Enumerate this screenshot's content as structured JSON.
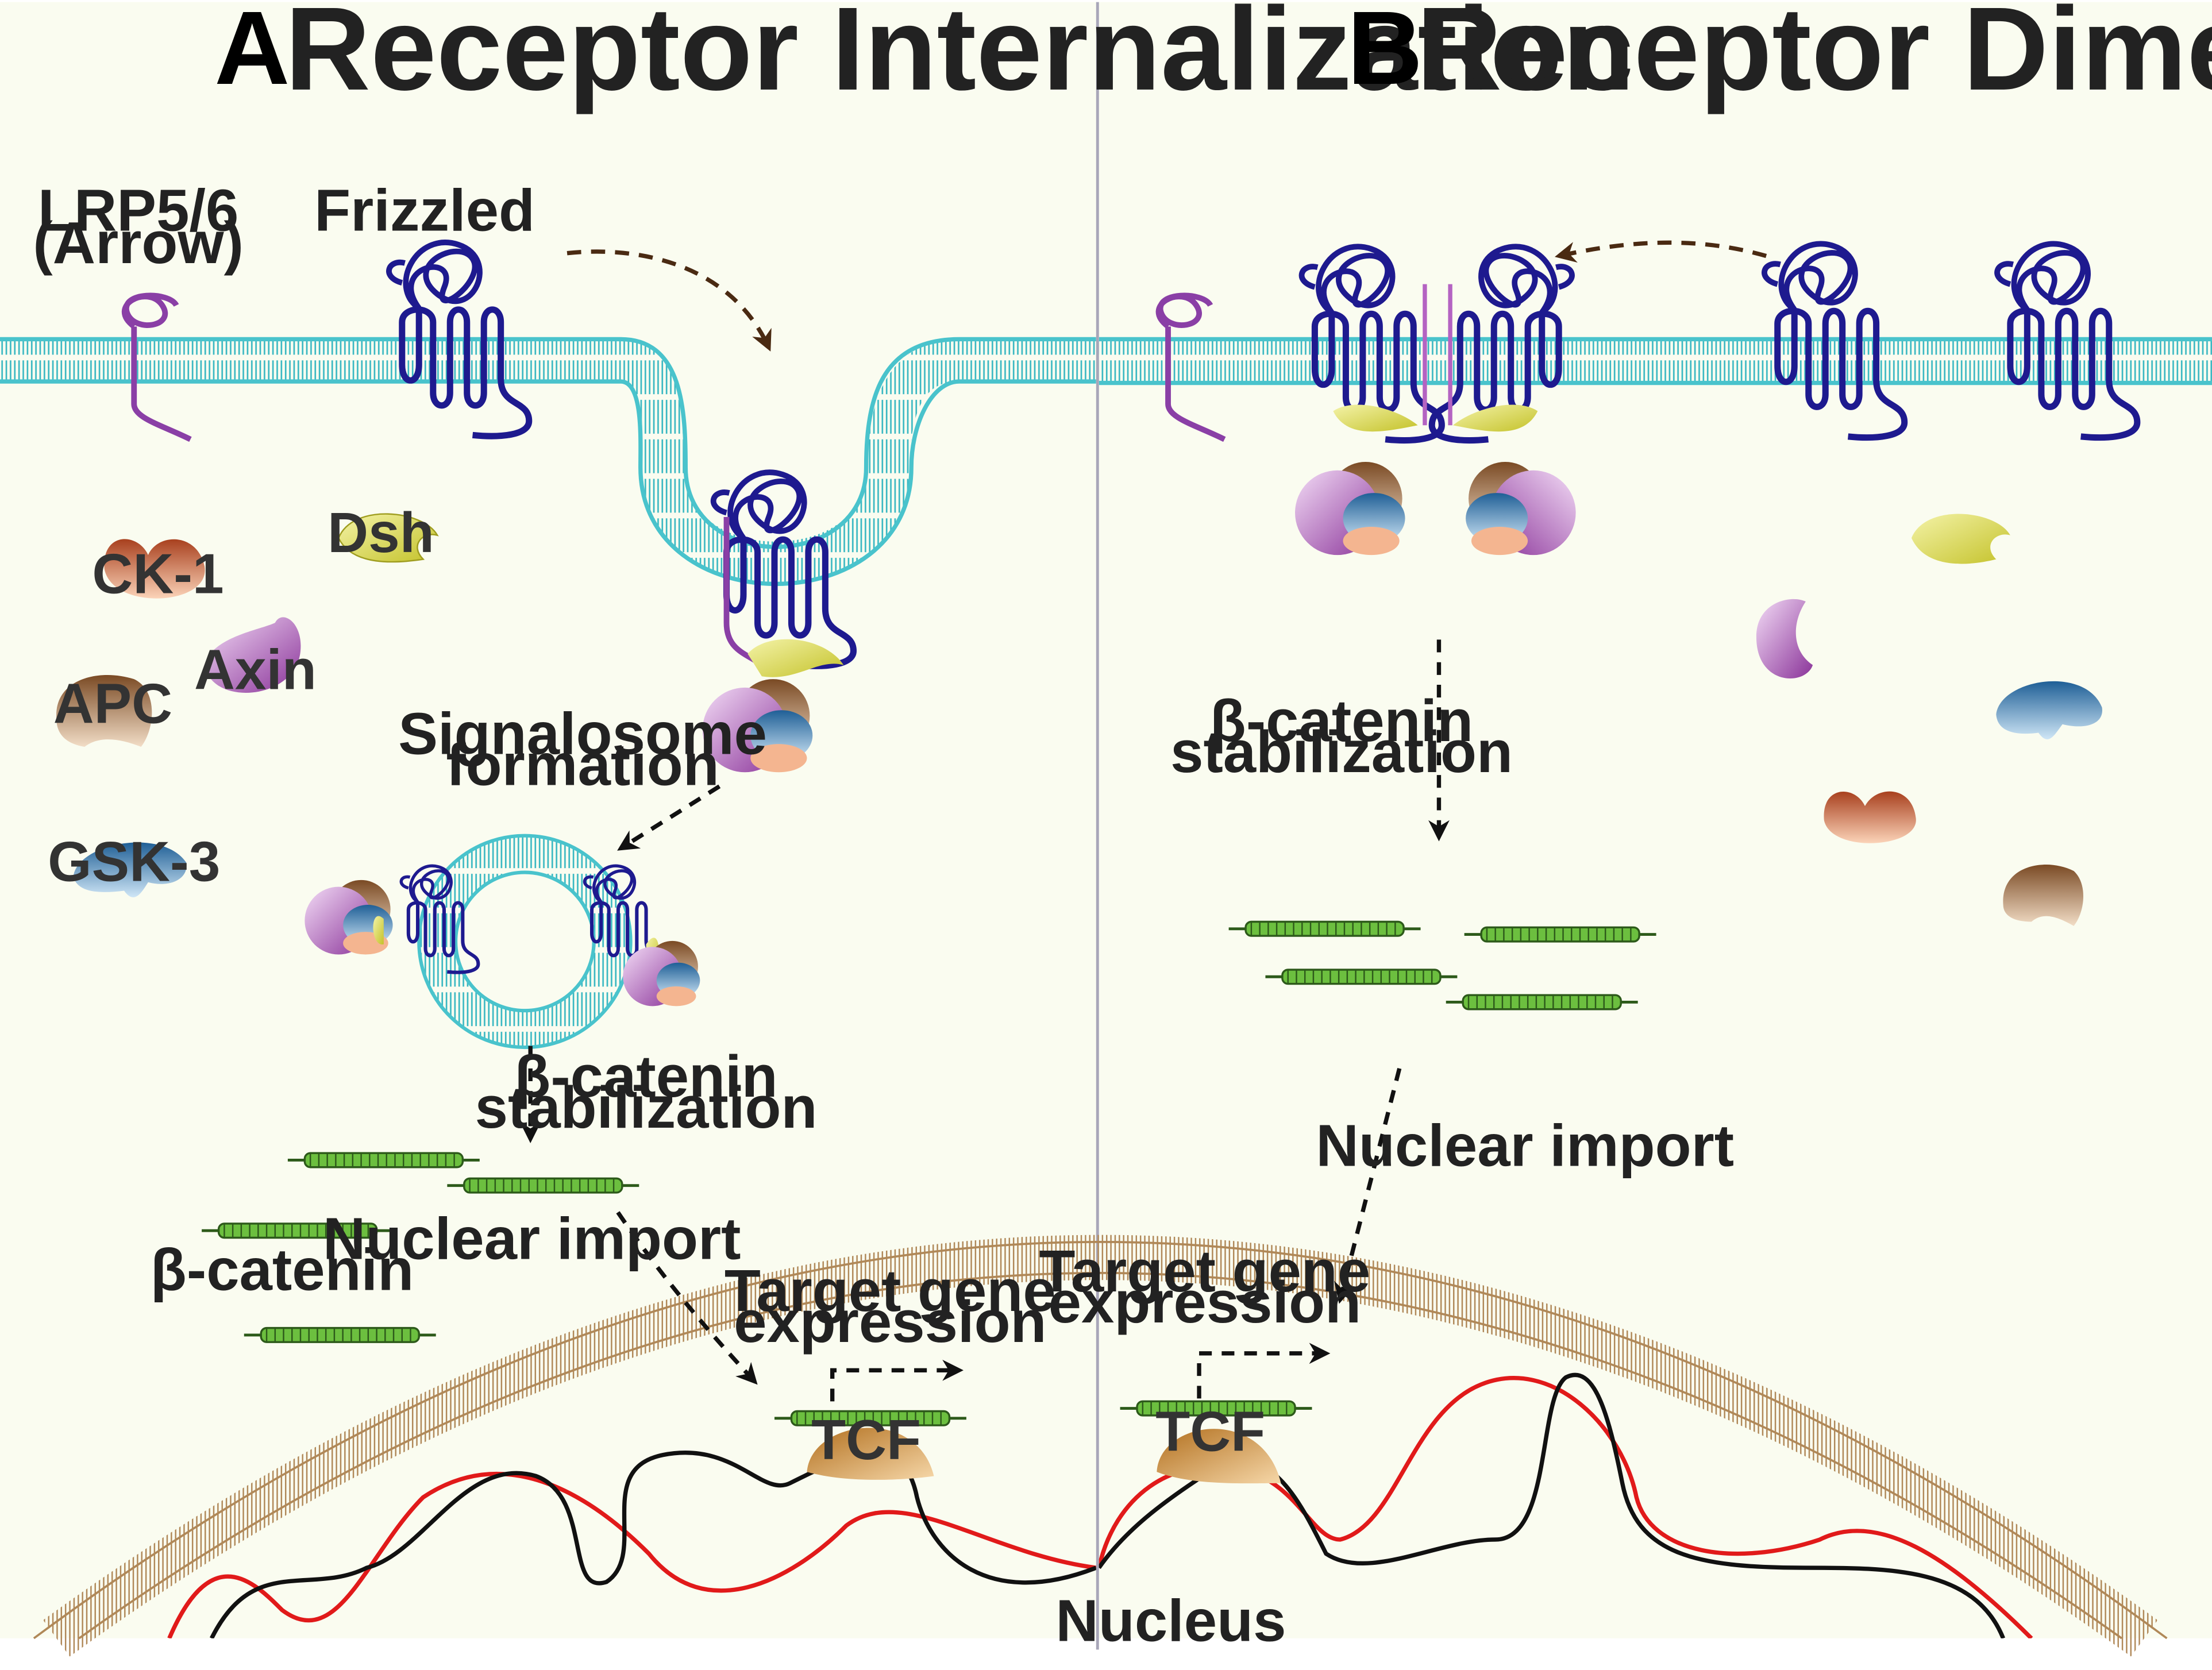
{
  "panel_a": {
    "letter": "A",
    "title": "Receptor Internalization",
    "lrp_line1": "LRP5/6",
    "lrp_line2": "(Arrow)",
    "frizzled": "Frizzled",
    "dsh": "Dsh",
    "ck1": "CK-1",
    "axin": "Axin",
    "apc": "APC",
    "gsk3": "GSK-3",
    "signalosome_line1": "Signalosome",
    "signalosome_line2": "formation",
    "stab_line1": "β-catenin",
    "stab_line2": "stabilization",
    "beta_catenin": "β-catenin",
    "nuclear_import": "Nuclear import",
    "target_line1": "Target gene",
    "target_line2": "expression",
    "tcf": "TCF"
  },
  "panel_b": {
    "letter": "B",
    "title": "Receptor Dimerization",
    "stab_line1": "β-catenin",
    "stab_line2": "stabilization",
    "nuclear_import": "Nuclear import",
    "target_line1": "Target gene",
    "target_line2": "expression",
    "tcf": "TCF",
    "nucleus": "Nucleus"
  },
  "colors": {
    "background": "#fafcf0",
    "membrane": "#49c3cc",
    "nuclear_envelope": "#c7a47a",
    "frizzled": "#1e1a8f",
    "lrp": "#8a3fa6",
    "dsh": "#d6d44a",
    "ck1": "#e07a4a",
    "axin": "#b463c2",
    "apc": "#9a6a4a",
    "gsk3": "#3f86b8",
    "beta_catenin": "#5aa83a",
    "tcf": "#d89a3e",
    "dna_black": "#111111",
    "dna_red": "#e11a1a",
    "arrow_brown": "#4a2a12"
  }
}
